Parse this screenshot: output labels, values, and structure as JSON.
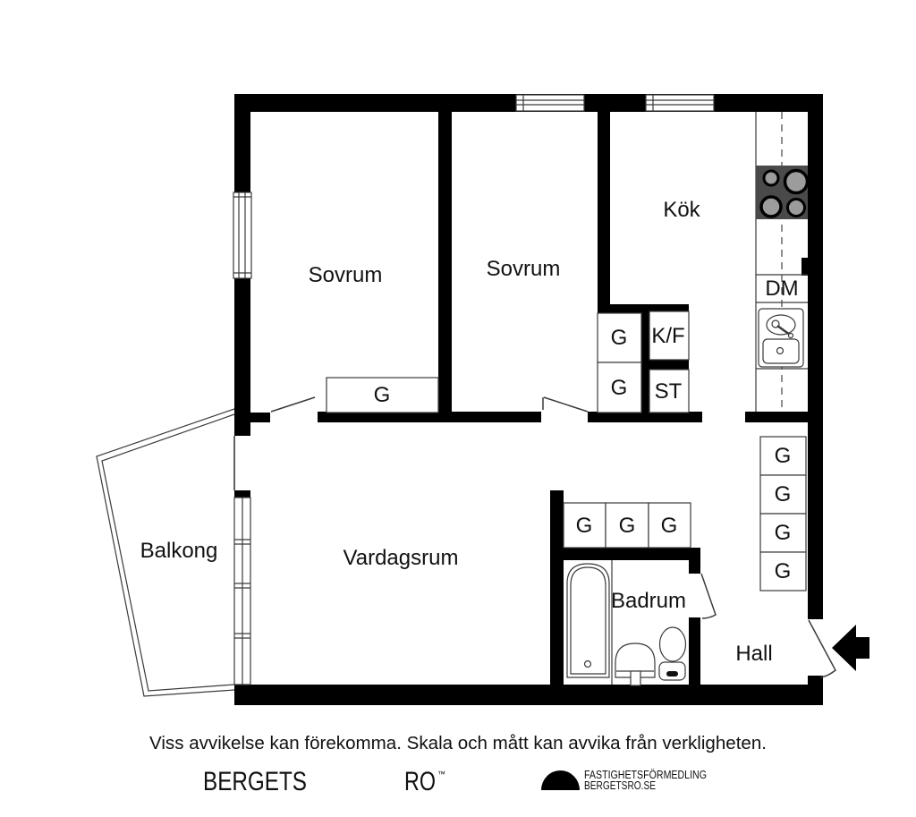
{
  "plan": {
    "rooms": {
      "bedroom1": {
        "label": "Sovrum"
      },
      "bedroom2": {
        "label": "Sovrum"
      },
      "kitchen": {
        "label": "Kök"
      },
      "living_room": {
        "label": "Vardagsrum"
      },
      "balcony": {
        "label": "Balkong"
      },
      "bathroom": {
        "label": "Badrum"
      },
      "hall": {
        "label": "Hall"
      }
    },
    "fixtures": {
      "wardrobe": "G",
      "fridge_freezer": "K/F",
      "storage": "ST",
      "dishwasher": "DM"
    }
  },
  "footer": {
    "disclaimer": "Viss avvikelse kan förekomma. Skala och mått kan avvika från verkligheten.",
    "brand": {
      "word1": "BERGETS",
      "word2": "RO",
      "trademark": "™",
      "agency_line1": "FASTIGHETSFÖRMEDLING",
      "agency_line2": "BERGETSRO.SE"
    }
  },
  "colors": {
    "wall": "#000000",
    "background": "#ffffff",
    "stove_plate": "#4a4a4a",
    "burner": "#9c9c9c"
  }
}
